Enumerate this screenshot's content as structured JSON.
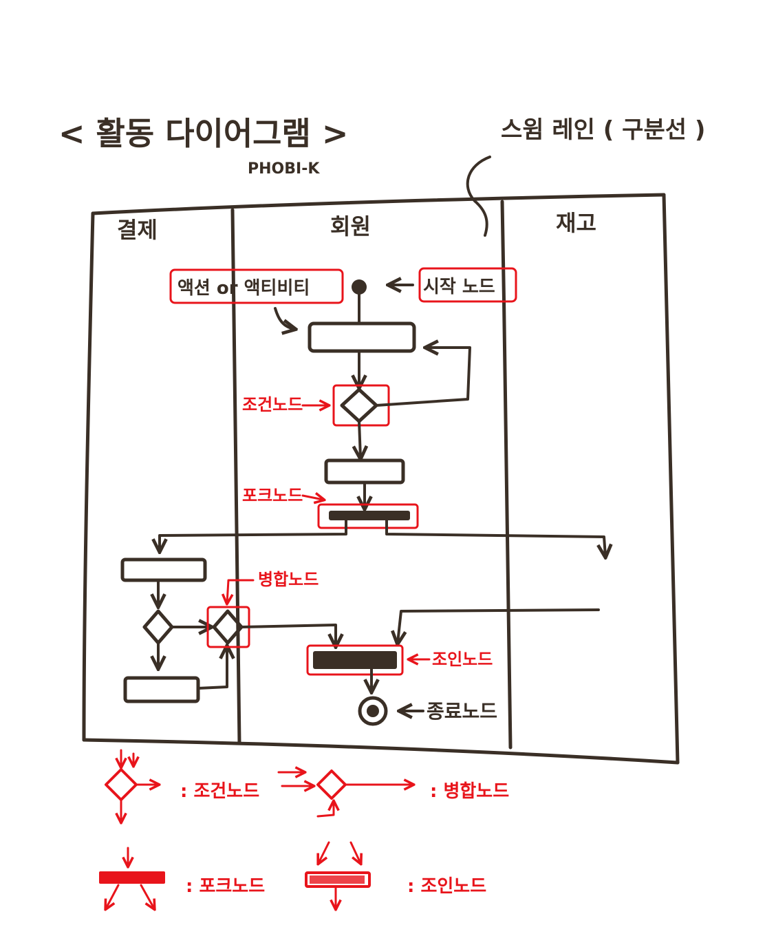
{
  "header": {
    "title": "< 활동 다이어그램 >",
    "author": "PHOBI-K",
    "swimlane_note": "스윔 레인 ( 구분선 )"
  },
  "lanes": [
    "결제",
    "회원",
    "재고"
  ],
  "labels": {
    "action": "액션 or 액티비티",
    "start": "시작 노드",
    "decision": "조건노드",
    "fork": "포크노드",
    "merge": "병합노드",
    "join": "조인노드",
    "end": "종료노드"
  },
  "legend": {
    "decision": ": 조건노드",
    "merge": ": 병합노드",
    "fork": ": 포크노드",
    "join": ": 조인노드"
  },
  "colors": {
    "ink": "#3a2f26",
    "annotation": "#e8141b"
  }
}
